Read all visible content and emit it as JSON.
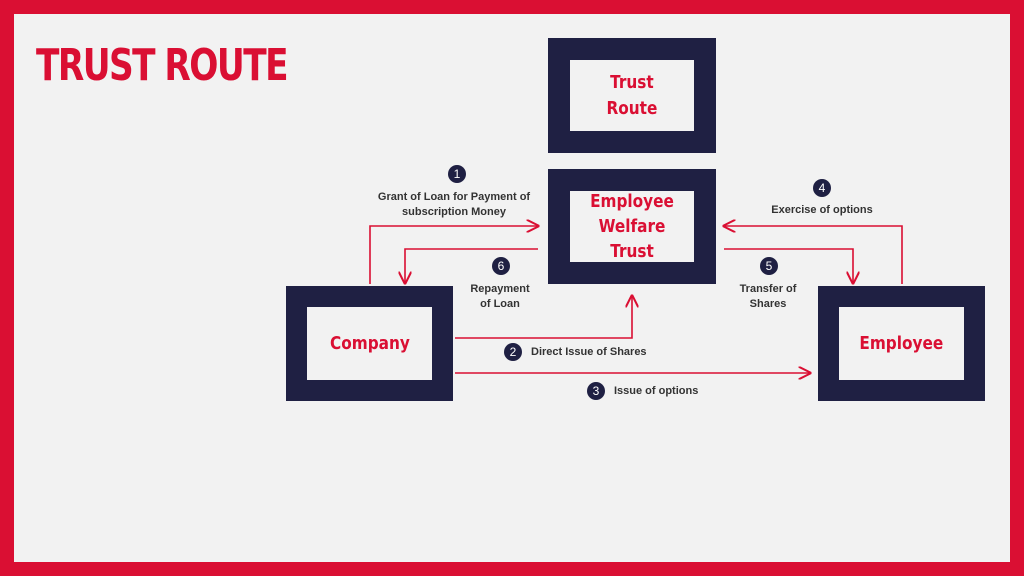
{
  "slide": {
    "title": "TRUST ROUTE"
  },
  "nodes": {
    "trust_route": "Trust\nRoute",
    "ewt": "Employee\nWelfare Trust",
    "company": "Company",
    "employee": "Employee"
  },
  "steps": [
    {
      "num": "1",
      "text": "Grant of Loan for Payment of\nsubscription Money"
    },
    {
      "num": "2",
      "text": "Direct Issue of Shares"
    },
    {
      "num": "3",
      "text": "Issue of options"
    },
    {
      "num": "4",
      "text": "Exercise of options"
    },
    {
      "num": "5",
      "text": "Transfer of\nShares"
    },
    {
      "num": "6",
      "text": "Repayment\nof Loan"
    }
  ],
  "colors": {
    "accent": "#DA0F33",
    "navy": "#1F2043",
    "background": "#F2F2F2"
  }
}
